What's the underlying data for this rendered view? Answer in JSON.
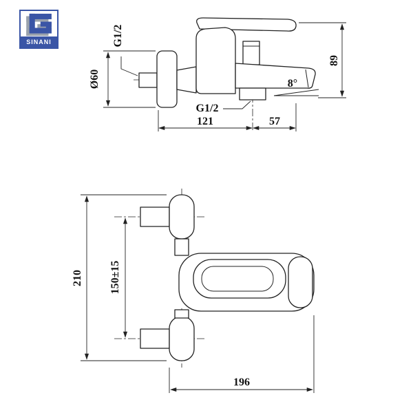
{
  "logo": {
    "brand": "SINANI"
  },
  "colors": {
    "brand_blue": "#3a55a6",
    "brand_gray": "#9aa2ad",
    "line": "#222222"
  },
  "top_view": {
    "wall_thread_label": "G1/2",
    "plate_diameter_label": "Ø60",
    "outlet_thread_label": "G1/2",
    "dim_wall_to_outlet": "121",
    "dim_outlet_to_spout_tip": "57",
    "dim_height": "89",
    "spout_angle": "8°"
  },
  "front_view": {
    "dim_total_height": "210",
    "dim_center_distance": "150±15",
    "dim_total_length": "196"
  }
}
